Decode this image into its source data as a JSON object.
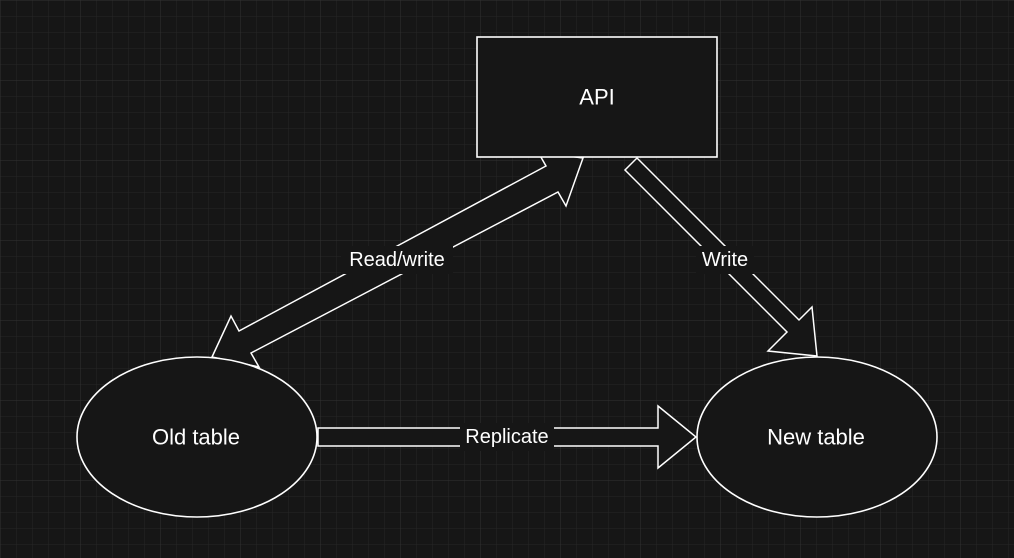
{
  "theme": {
    "background": "#161616",
    "grid_minor": "#262626",
    "grid_major": "#323232",
    "stroke": "#ffffff",
    "text": "#ffffff"
  },
  "nodes": {
    "api": {
      "label": "API",
      "shape": "rectangle"
    },
    "old_table": {
      "label": "Old table",
      "shape": "ellipse"
    },
    "new_table": {
      "label": "New table",
      "shape": "ellipse"
    }
  },
  "edges": {
    "read_write": {
      "label": "Read/write",
      "from": "Old table",
      "to": "API",
      "style": "double-headed block arrow"
    },
    "write": {
      "label": "Write",
      "from": "API",
      "to": "New table",
      "style": "block arrow"
    },
    "replicate": {
      "label": "Replicate",
      "from": "Old table",
      "to": "New table",
      "style": "block arrow"
    }
  }
}
